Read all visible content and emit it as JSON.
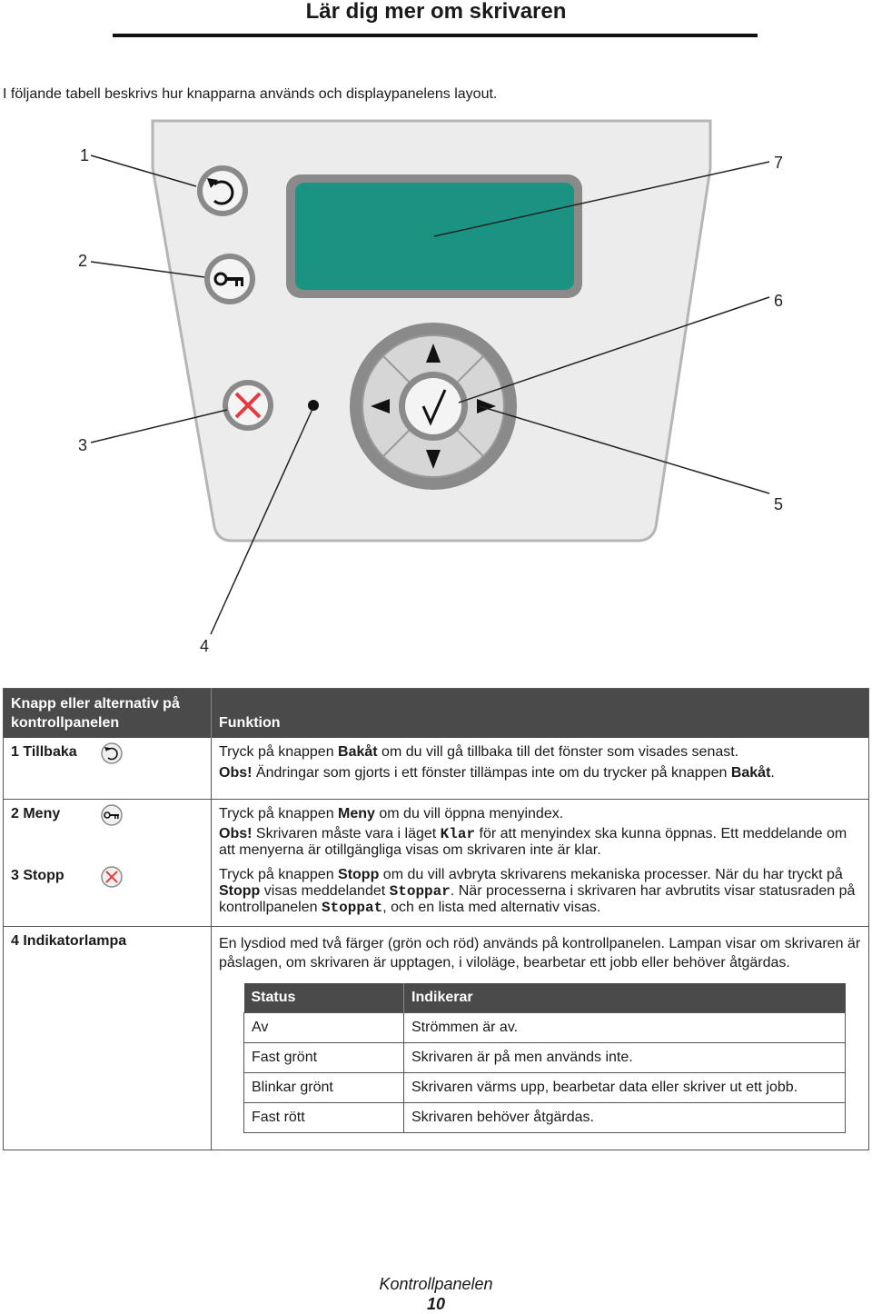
{
  "header": {
    "title": "Lär dig mer om skrivaren"
  },
  "intro": "I följande tabell beskrivs hur knapparna används och displaypanelens layout.",
  "diagram": {
    "callouts": [
      "1",
      "2",
      "3",
      "4",
      "5",
      "6",
      "7"
    ]
  },
  "table": {
    "headers": [
      "Knapp eller alternativ på kontrollpanelen",
      "Funktion"
    ],
    "rows": [
      {
        "name": "1 Tillbaka",
        "icon": "back-icon",
        "desc1_pre": "Tryck på knappen ",
        "desc1_b": "Bakåt",
        "desc1_post": " om du vill gå tillbaka till det fönster som visades senast.",
        "note_label": "Obs!",
        "note_pre": " Ändringar som gjorts i ett fönster tillämpas inte om du trycker på knappen ",
        "note_b": "Bakåt",
        "note_post": "."
      },
      {
        "name": "2 Meny",
        "icon": "key-icon",
        "desc1_pre": "Tryck på knappen ",
        "desc1_b": "Meny",
        "desc1_post": " om du vill öppna menyindex.",
        "note_label": "Obs!",
        "note_pre": " Skrivaren måste vara i läget ",
        "note_code": "Klar",
        "note_post": " för att menyindex ska kunna öppnas. Ett meddelande om att menyerna är otillgängliga visas om skrivaren inte är klar."
      },
      {
        "name": "3 Stopp",
        "icon": "stop-icon",
        "d_a": "Tryck på knappen ",
        "d_b": "Stopp",
        "d_c": " om du vill avbryta skrivarens mekaniska processer. När du har tryckt på ",
        "d_d": "Stopp",
        "d_e": " visas meddelandet ",
        "d_f": "Stoppar",
        "d_g": ". När processerna i skrivaren har avbrutits visar statusraden på kontrollpanelen ",
        "d_h": "Stoppat",
        "d_i": ", och en lista med alternativ visas."
      },
      {
        "name": "4 Indikatorlampa",
        "desc": "En lysdiod med två färger (grön och röd) används på kontrollpanelen. Lampan visar om skrivaren är påslagen, om skrivaren är upptagen, i viloläge, bearbetar ett jobb eller behöver åtgärdas."
      }
    ],
    "status_table": {
      "headers": [
        "Status",
        "Indikerar"
      ],
      "rows": [
        [
          "Av",
          "Strömmen är av."
        ],
        [
          "Fast grönt",
          "Skrivaren är på men används inte."
        ],
        [
          "Blinkar grönt",
          "Skrivaren värms upp, bearbetar data eller skriver ut ett jobb."
        ],
        [
          "Fast rött",
          "Skrivaren behöver åtgärdas."
        ]
      ]
    }
  },
  "footer": {
    "section": "Kontrollpanelen",
    "page": "10"
  },
  "colors": {
    "display": "#1a9383",
    "panel": "#ececec",
    "header_bg": "#4a4a4a",
    "stop_red": "#e8393f"
  }
}
